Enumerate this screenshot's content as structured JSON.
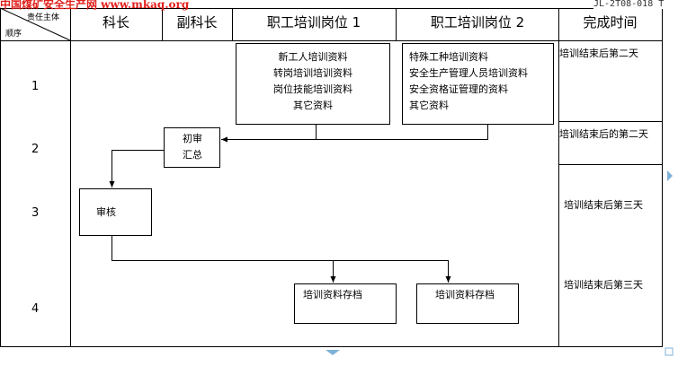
{
  "watermark": "中国煤矿安全生产网 www.mkaq.org",
  "doc_code": "JL-2T08-018 T",
  "header": {
    "corner_top": "责任主体",
    "corner_bottom": "顺序",
    "columns": [
      "科长",
      "副科长",
      "职工培训岗位 1",
      "职工培训岗位 2",
      "完成时间"
    ]
  },
  "rows": [
    "1",
    "2",
    "3",
    "4"
  ],
  "completion": [
    "培训结束后第二天",
    "培训结束后的第二天",
    "培训结束后第三天",
    "培训结束后第三天"
  ],
  "boxes": {
    "post1": [
      "新工人培训资料",
      "转岗培训培训资料",
      "岗位技能培训资料",
      "其它资料"
    ],
    "post2": [
      "特殊工种培训资料",
      "安全生产管理人员培训资料",
      "安全资格证管理的资料",
      "其它资料"
    ],
    "review_summary": [
      "初审",
      "汇总"
    ],
    "audit": "审核",
    "archive1": "培训资料存档",
    "archive2": "培训资料存档"
  },
  "colors": {
    "line": "#000000",
    "watermark": "#e0201c",
    "scroll_marker": "#7fb2d9"
  }
}
